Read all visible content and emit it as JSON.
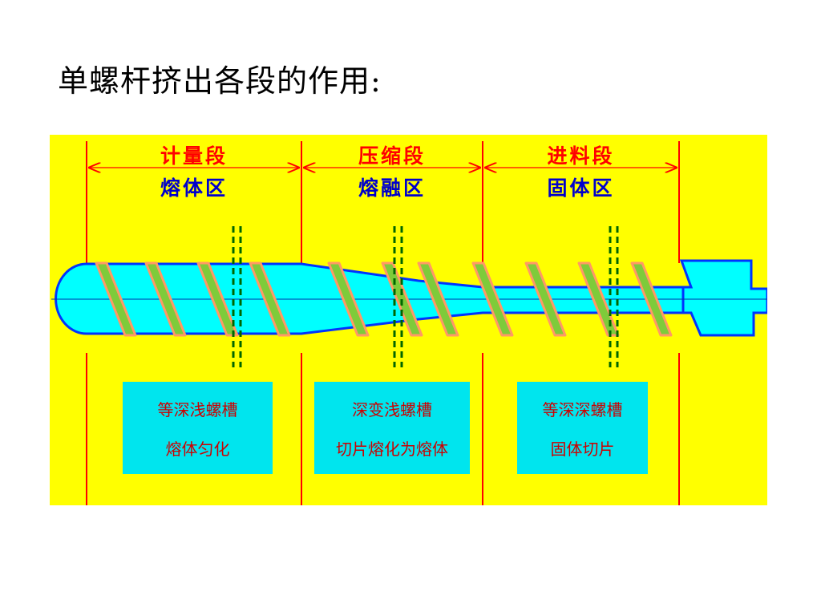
{
  "title": "单螺杆挤出各段的作用:",
  "sections": [
    {
      "id": "metering",
      "stage": "计量段",
      "zone": "熔体区",
      "desc": [
        "等深浅螺槽",
        "熔体匀化"
      ]
    },
    {
      "id": "compression",
      "stage": "压缩段",
      "zone": "熔融区",
      "desc": [
        "深变浅螺槽",
        "切片熔化为熔体"
      ]
    },
    {
      "id": "feed",
      "stage": "进料段",
      "zone": "固体区",
      "desc": [
        "等深深螺槽",
        "固体切片"
      ]
    }
  ],
  "colors": {
    "background": "#ffff00",
    "screw_body": "#00ffff",
    "screw_outline": "#0033ff",
    "flight_fill": "#7ecb3a",
    "flight_edge": "#ff9966",
    "boundary_line": "#ff0000",
    "stage_text": "#ff0000",
    "zone_text": "#0000cc",
    "desc_box": "#00e5ee",
    "desc_text": "#cc0000",
    "dashed_marker": "#006600"
  }
}
